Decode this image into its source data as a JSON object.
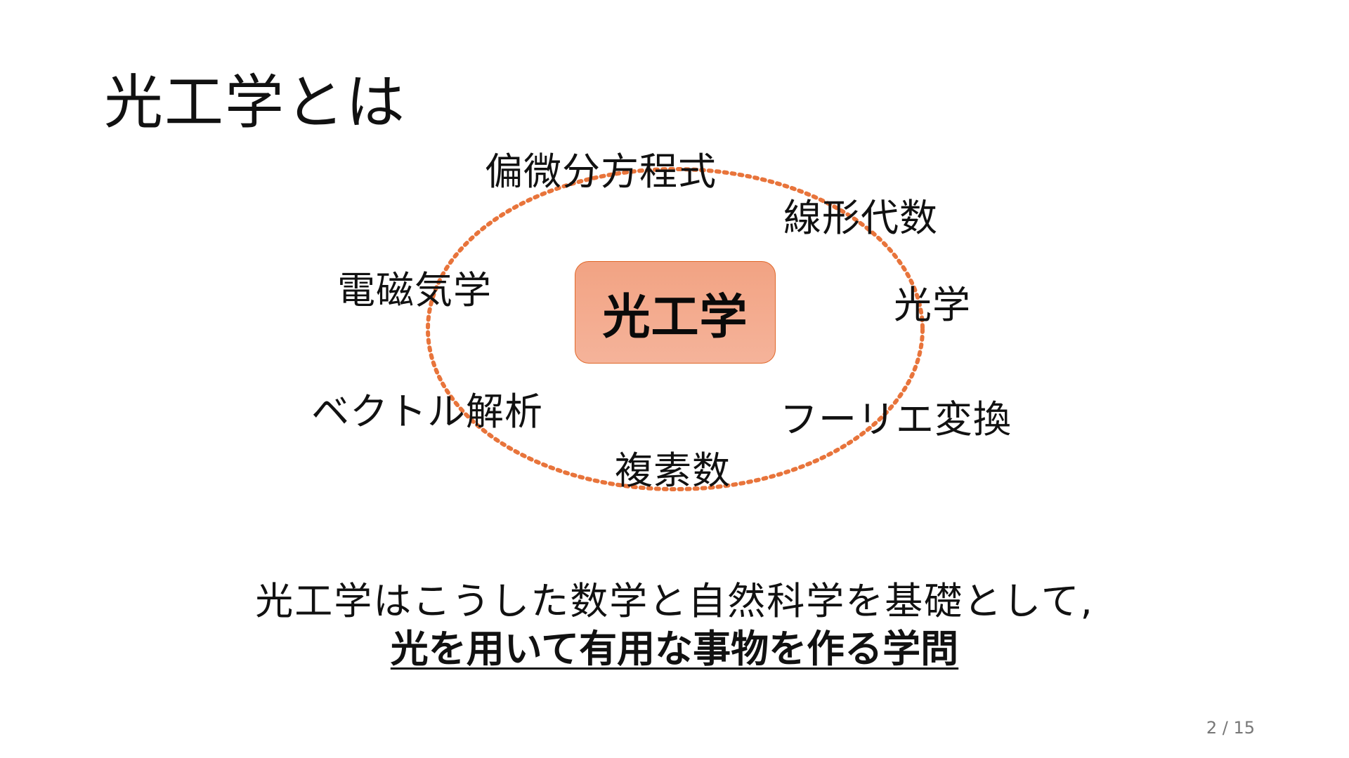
{
  "slide": {
    "title": "光工学とは",
    "center_label": "光工学",
    "topics": {
      "pde": "偏微分方程式",
      "linear_algebra": "線形代数",
      "electromagnetism": "電磁気学",
      "optics": "光学",
      "vector_analysis": "ベクトル解析",
      "fourier": "フーリエ変換",
      "complex": "複素数"
    },
    "summary_line1": "光工学はこうした数学と自然科学を基礎として,",
    "summary_line2": "光を用いて有用な事物を作る学問",
    "page_number": "2 / 15"
  },
  "colors": {
    "accent": "#e8743b",
    "box_fill": "#f3a98b",
    "box_border": "#e0682a"
  }
}
